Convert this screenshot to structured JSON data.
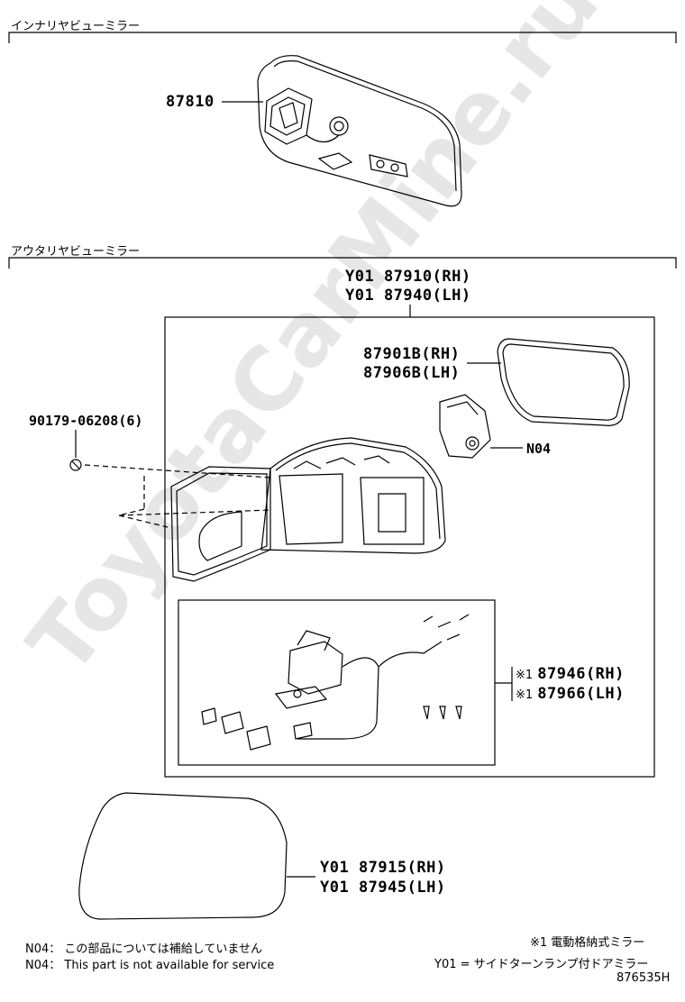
{
  "watermark": "ToyotaCarMine.ru",
  "sections": {
    "interior": "インナリヤビューミラー",
    "exterior": "アウタリヤビューミラー"
  },
  "parts": {
    "interior_mirror": "87810",
    "assy_rh": "Y01 87910(RH)",
    "assy_lh": "Y01 87940(LH)",
    "cover_rh": "87901B(RH)",
    "cover_lh": "87906B(LH)",
    "screw": "90179-06208(6)",
    "n04": "N04",
    "motor_rh_mark": "※1",
    "motor_rh": "87946(RH)",
    "motor_lh_mark": "※1",
    "motor_lh": "87966(LH)",
    "glass_rh": "Y01 87915(RH)",
    "glass_lh": "Y01 87945(LH)"
  },
  "notes": {
    "n04_jp": "N04：  この部品については補給していません",
    "n04_en": "N04：  This part is not available for service",
    "mark1": "※1 電動格納式ミラー",
    "y01": "Y01 = サイドターンランプ付ドアミラー",
    "code": "876535H"
  }
}
